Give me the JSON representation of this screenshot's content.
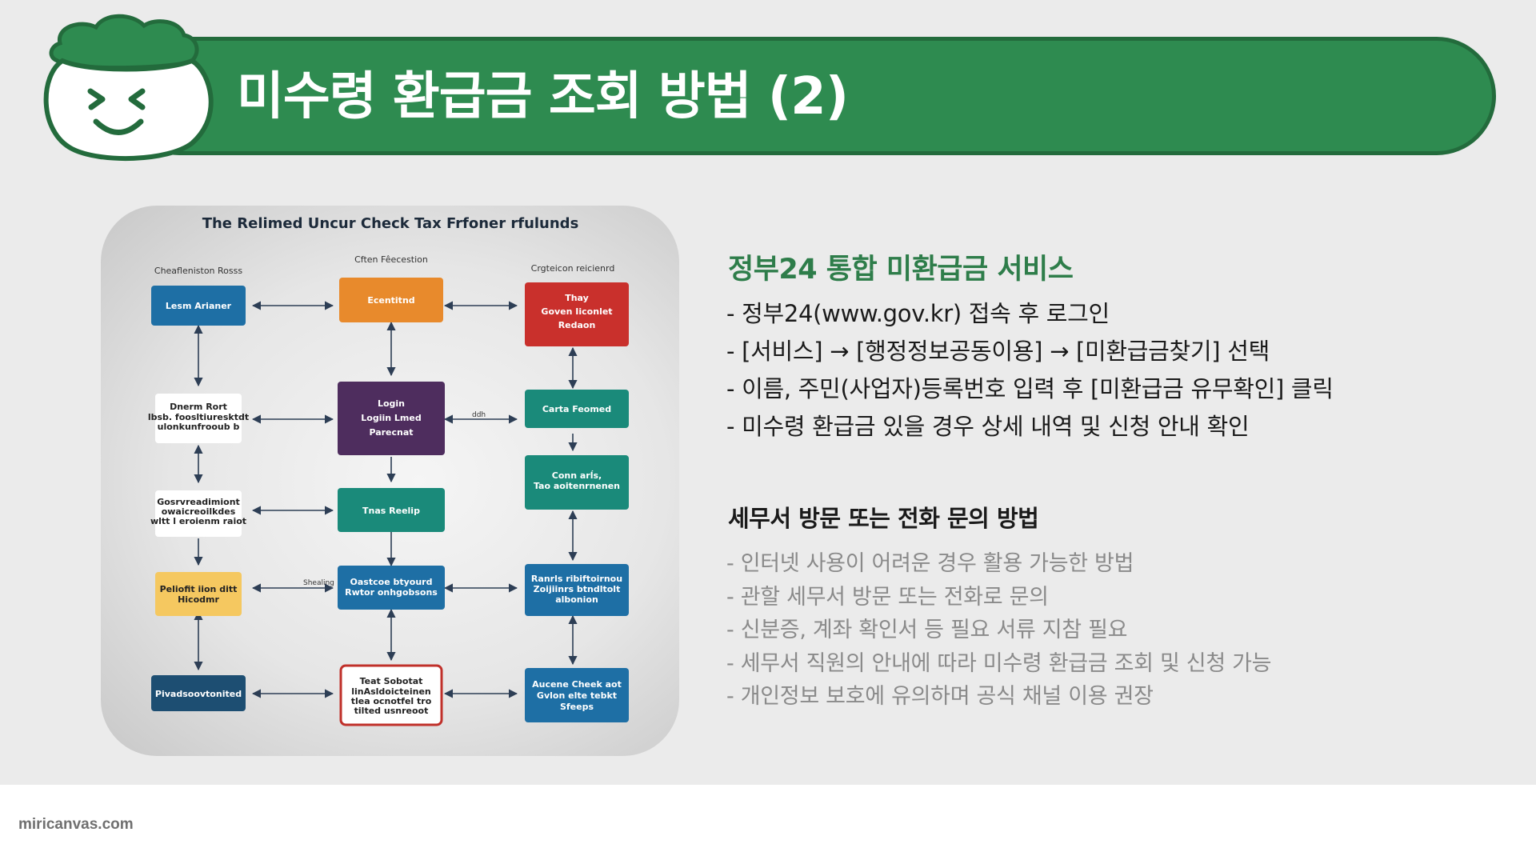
{
  "slide": {
    "title": "미수령 환급금 조회 방법 (2)",
    "colors": {
      "banner": "#2e8b50",
      "banner_border": "#236b3c",
      "section_head": "#2e7d4a",
      "muted_text": "#8a8a8a"
    }
  },
  "mascot": {
    "icon": "smiling-cloud-mascot-icon"
  },
  "diagram": {
    "title": "The Relimed Uncur Check Tax  Frfoner rfulunds",
    "columns": [
      "Cheafleniston Rosss",
      "Cften Fêecestion",
      "Crgteicon reicienrd"
    ],
    "nodes": {
      "n1": [
        "Lesm Arianer"
      ],
      "n2": [
        "Ecentitnd"
      ],
      "n3": [
        "Thay",
        "Goven Iiconlet",
        "Redaon"
      ],
      "n4": [
        "Dnerm Rort",
        "lbsb. foosltiuresktdt",
        "ulonkunfrooub b"
      ],
      "n5": [
        "Login",
        "Logiin Lmed",
        "Parecnat"
      ],
      "n6": [
        "Carta Feomed"
      ],
      "n7": [
        "Gosrvreadimiont",
        "owaicreoilkdes",
        "wltt l eroienm raiot"
      ],
      "n8": [
        "Tnas Reelip"
      ],
      "n9": [
        "Conn arĺs,",
        "Tao aoitenrnenen"
      ],
      "n10": [
        "Peliofit iion ditt",
        "Hicodmr"
      ],
      "n11": [
        "Oastcoe btyourd",
        "Rwtor onhgobsons"
      ],
      "n12": [
        "Ranrls ribiftoirnou",
        "Zoijiinrs btndltolt",
        "albonion"
      ],
      "n13": [
        "Pivadsoovtonited"
      ],
      "n14": [
        "Teat Sobotat",
        "linAsldoicteinen",
        "tlea ocnotfel tro",
        "tilted usnreoot"
      ],
      "n15": [
        "Aucene Cheek aot",
        "Gvlon elte tebkt",
        "Sfeeps"
      ]
    },
    "edge_labels": {
      "e1": "ddh",
      "e2": "Shealing"
    }
  },
  "section1": {
    "heading": "정부24 통합 미환급금 서비스",
    "items": [
      "- 정부24(www.gov.kr) 접속 후 로그인",
      "- [서비스] → [행정정보공동이용] → [미환급금찾기] 선택",
      "- 이름, 주민(사업자)등록번호 입력 후 [미환급금 유무확인] 클릭",
      "- 미수령 환급금 있을 경우 상세 내역 및 신청 안내 확인"
    ]
  },
  "section2": {
    "heading": "세무서 방문 또는 전화 문의 방법",
    "items": [
      "- 인터넷 사용이 어려운 경우 활용 가능한 방법",
      "- 관할 세무서 방문 또는 전화로 문의",
      "- 신분증, 계좌 확인서 등 필요 서류 지참 필요",
      "- 세무서 직원의 안내에 따라 미수령 환급금 조회 및 신청 가능",
      "- 개인정보 보호에 유의하며 공식 채널 이용 권장"
    ]
  },
  "footer": {
    "brand": "miricanvas.com"
  }
}
